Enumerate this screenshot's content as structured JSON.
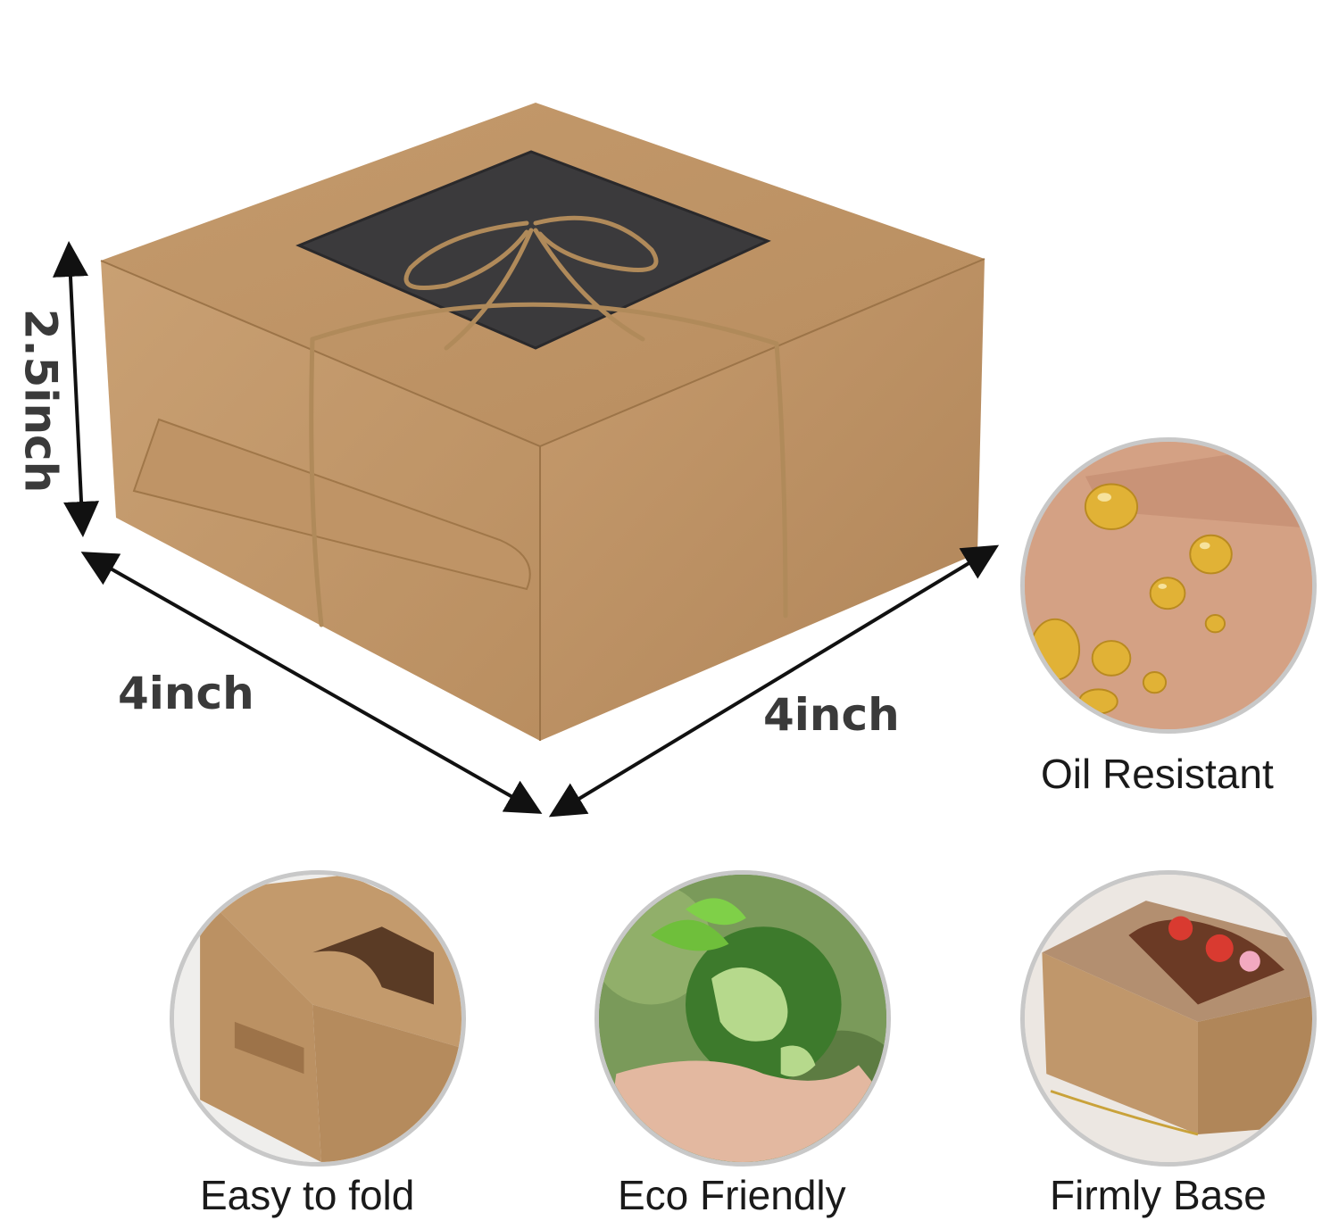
{
  "dimensions": {
    "height_label": "2.5inch",
    "left_width_label": "4inch",
    "right_width_label": "4inch"
  },
  "features": {
    "oil_resistant": "Oil Resistant",
    "easy_to_fold": "Easy to fold",
    "eco_friendly": "Eco Friendly",
    "firmly_base": "Firmly Base"
  },
  "colors": {
    "kraft": "#c49a6c",
    "kraft_dark": "#a67c52",
    "kraft_light": "#d2aa7e",
    "window": "#3b3a3c",
    "twine": "#b08a5a",
    "arrow": "#111111"
  }
}
